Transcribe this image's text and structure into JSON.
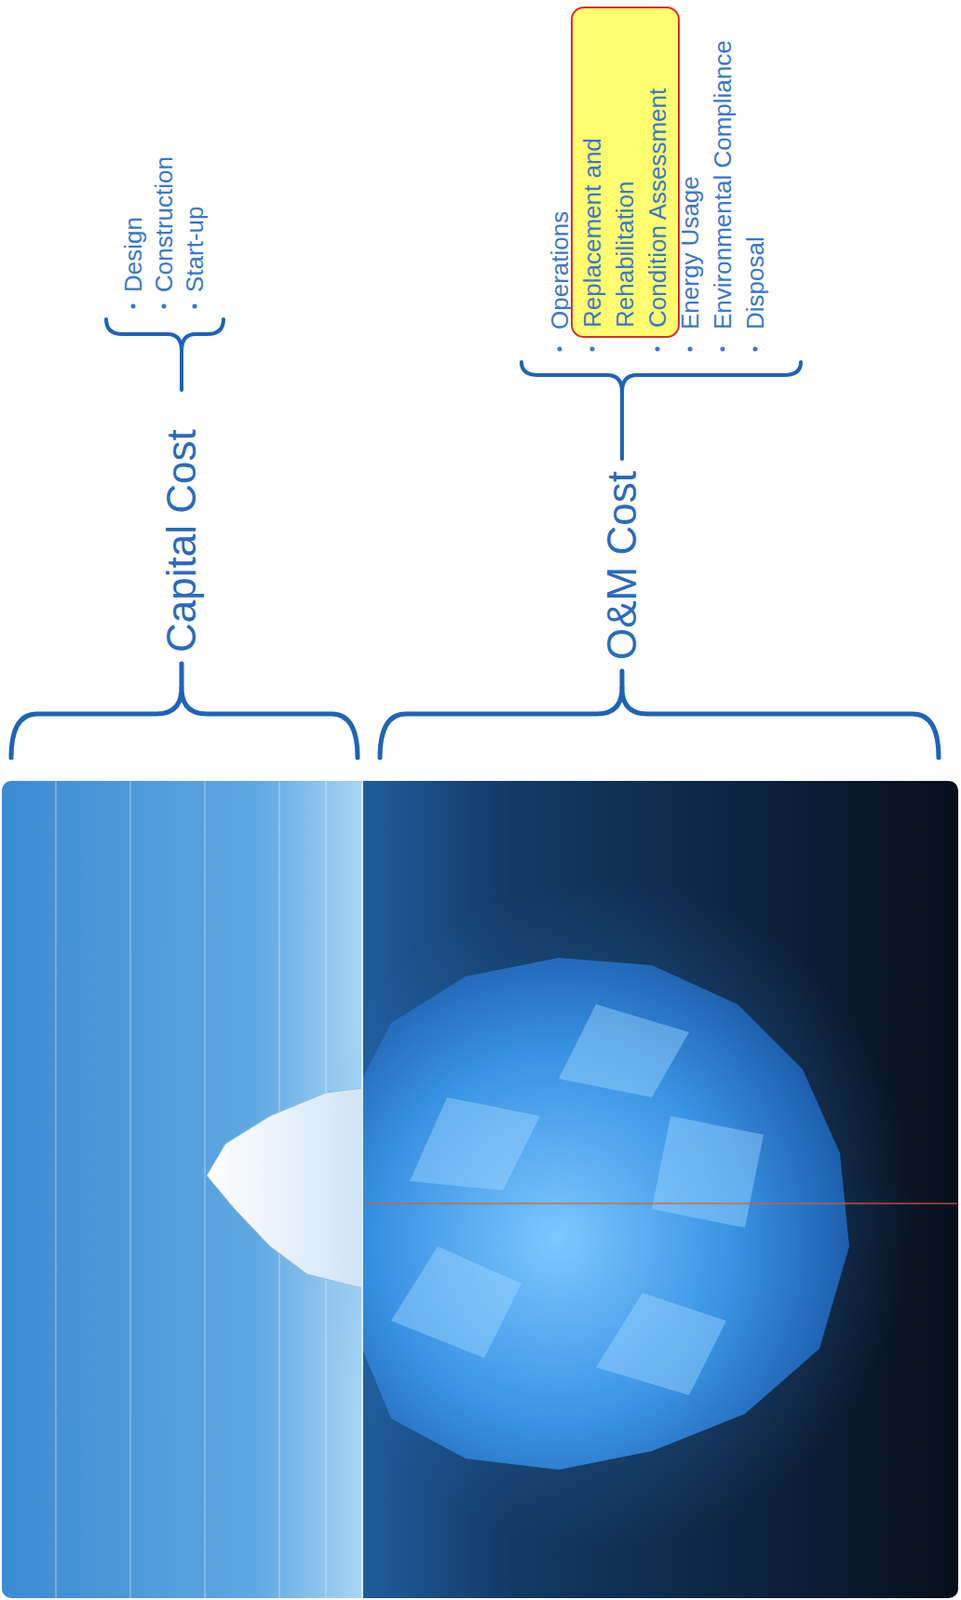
{
  "diagram": {
    "nodes": [
      {
        "text": [
          "Replacement and Rehabilitation",
          "Condition Assessment"
        ]
      }
    ],
    "labels": [
      "Capital Cost",
      "Design",
      "Construction",
      "Start-up",
      "O&M Cost",
      "Operations",
      "Energy Usage",
      "Environmental Compliance",
      "Disposal"
    ]
  }
}
